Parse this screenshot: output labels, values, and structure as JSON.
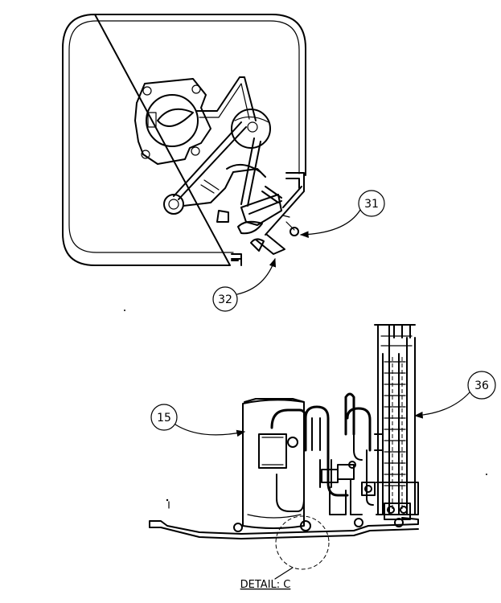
{
  "callouts": [
    {
      "id": "31",
      "label": "31"
    },
    {
      "id": "32",
      "label": "32"
    },
    {
      "id": "36",
      "label": "36"
    },
    {
      "id": "15",
      "label": "15"
    }
  ],
  "detail_label": "DETAIL: C"
}
